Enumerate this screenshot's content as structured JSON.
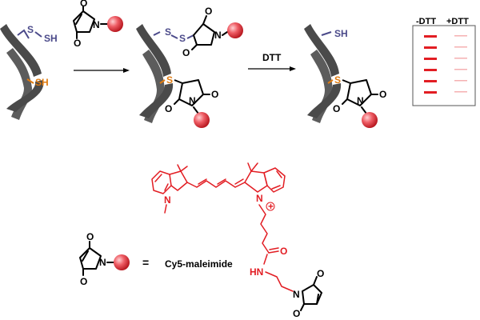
{
  "labels": {
    "reagent": "DTT",
    "minus_dtt": "-DTT",
    "plus_dtt": "+DTT",
    "equals": "=",
    "dye_name": "Cy5-maleimide"
  },
  "atoms": {
    "S": "S",
    "SH": "SH",
    "N": "N",
    "O": "O",
    "HN": "HN",
    "methyl_N": "N",
    "charge": "+"
  },
  "colors": {
    "thiol_orange": "#e07b10",
    "disulfide_blue": "#4b4a8a",
    "dye_red": "#e21d23",
    "strand_gray": "#4a4a4a",
    "bead_red": "#e8525a"
  },
  "gel": {
    "lanes": [
      "-DTT",
      "+DTT"
    ],
    "band_intensity": {
      "minus_dtt": [
        1,
        1,
        1,
        1,
        1,
        1
      ],
      "plus_dtt": [
        0.35,
        0.35,
        0.35,
        0.35,
        0.35,
        0.35
      ]
    }
  }
}
